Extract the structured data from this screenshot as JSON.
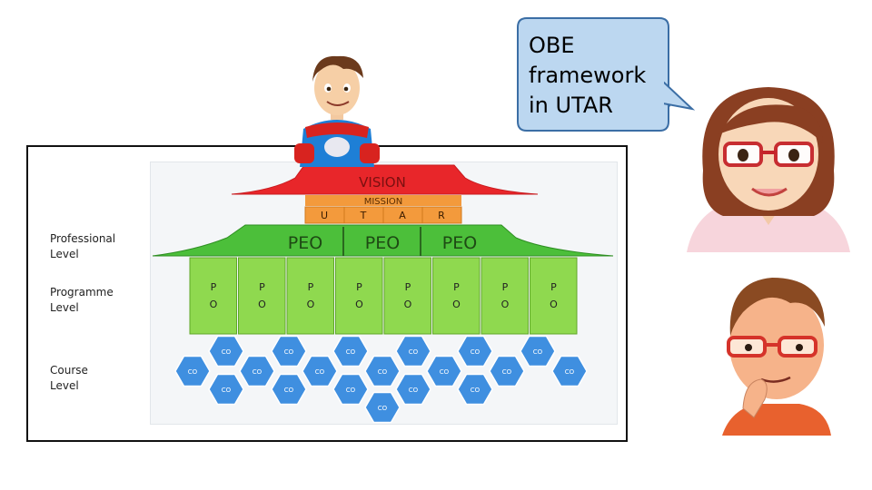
{
  "speech_bubble": {
    "text": "OBE\nframework\nin UTAR"
  },
  "levels": {
    "professional": "Professional\nLevel",
    "programme": "Programme\nLevel",
    "course": "Course\nLevel"
  },
  "diagram": {
    "vision": "VISION",
    "mission": "MISSION",
    "utar": [
      "U",
      "T",
      "A",
      "R"
    ],
    "peo": [
      "PEO",
      "PEO",
      "PEO"
    ],
    "po_count": 8,
    "po_top": "P",
    "po_bottom": "O",
    "co_label": "CO",
    "co_count": 19
  },
  "colors": {
    "vision_red": "#e8262a",
    "mission_orange": "#f39a3c",
    "peo_green": "#4cbf3a",
    "po_green": "#8fd94f",
    "co_blue": "#3f8fe0"
  },
  "characters": {
    "superhero": "superhero-icon",
    "woman": "woman-glasses-icon",
    "man": "man-glasses-thinking-icon"
  }
}
